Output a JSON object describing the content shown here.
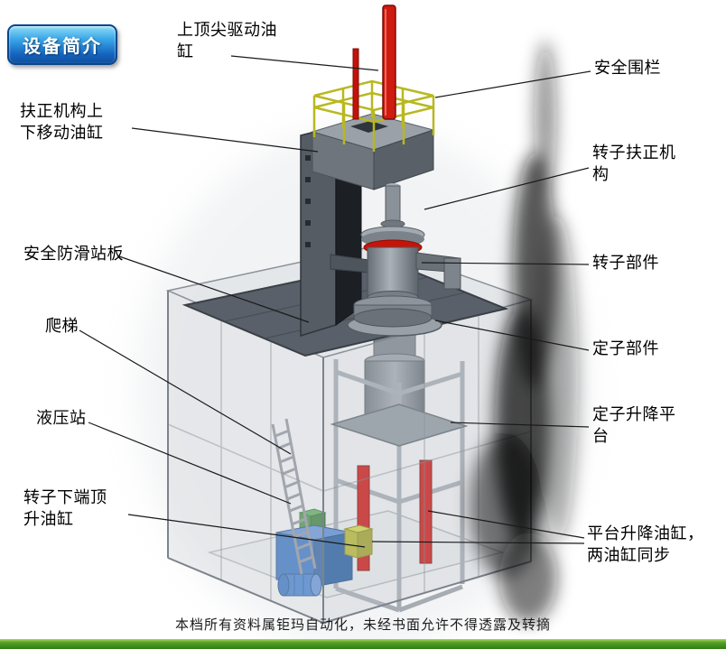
{
  "badge": {
    "label": "设备简介"
  },
  "labels": {
    "top_drive_cylinder": "上顶尖驱动油缸",
    "safety_fence": "安全围栏",
    "centering_mechanism_cylinder": "扶正机构上下移动油缸",
    "rotor_centering_mechanism": "转子扶正机构",
    "anti_slip_platform": "安全防滑站板",
    "rotor_part": "转子部件",
    "ladder": "爬梯",
    "stator_part": "定子部件",
    "hydraulic_station": "液压站",
    "stator_lift_platform": "定子升降平台",
    "rotor_bottom_jack_cylinder": "转子下端顶升油缸",
    "platform_lift_cylinders": "平台升降油缸，两油缸同步"
  },
  "footer": {
    "disclaimer": "本档所有资料属钜玛自动化，未经书面允许不得透露及转摘"
  },
  "colors": {
    "cylinder_red": "#cf1a10",
    "railing_yellow": "#b8b820",
    "hydraulic_blue": "#2f6fc0",
    "platform_grey": "#596069",
    "badge_blue": "#1e88d8",
    "strip_green": "#55a026"
  }
}
